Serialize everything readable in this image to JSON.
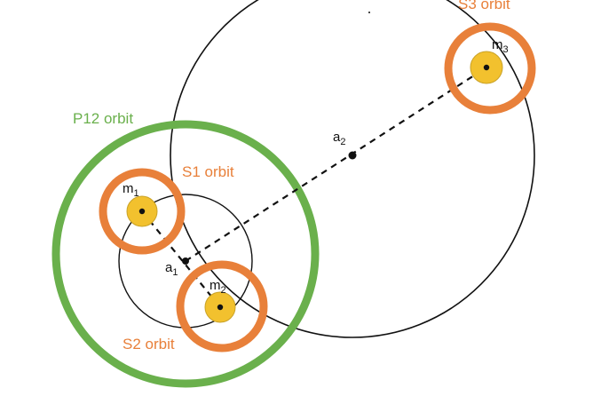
{
  "diagram": {
    "colors": {
      "green": "#6ab04c",
      "orange": "#e8803a",
      "mass_fill": "#f2c12e",
      "mass_stroke": "#c9a227",
      "line": "#111111"
    },
    "labels": {
      "p12_orbit": "P12 orbit",
      "s1_orbit": "S1 orbit",
      "s2_orbit": "S2 orbit",
      "s3_orbit": "S3 orbit"
    },
    "masses": {
      "m1": {
        "base": "m",
        "sub": "1"
      },
      "m2": {
        "base": "m",
        "sub": "2"
      },
      "m3": {
        "base": "m",
        "sub": "3"
      }
    },
    "barycenters": {
      "a1": {
        "base": "a",
        "sub": "1"
      },
      "a2": {
        "base": "a",
        "sub": "2"
      }
    }
  }
}
